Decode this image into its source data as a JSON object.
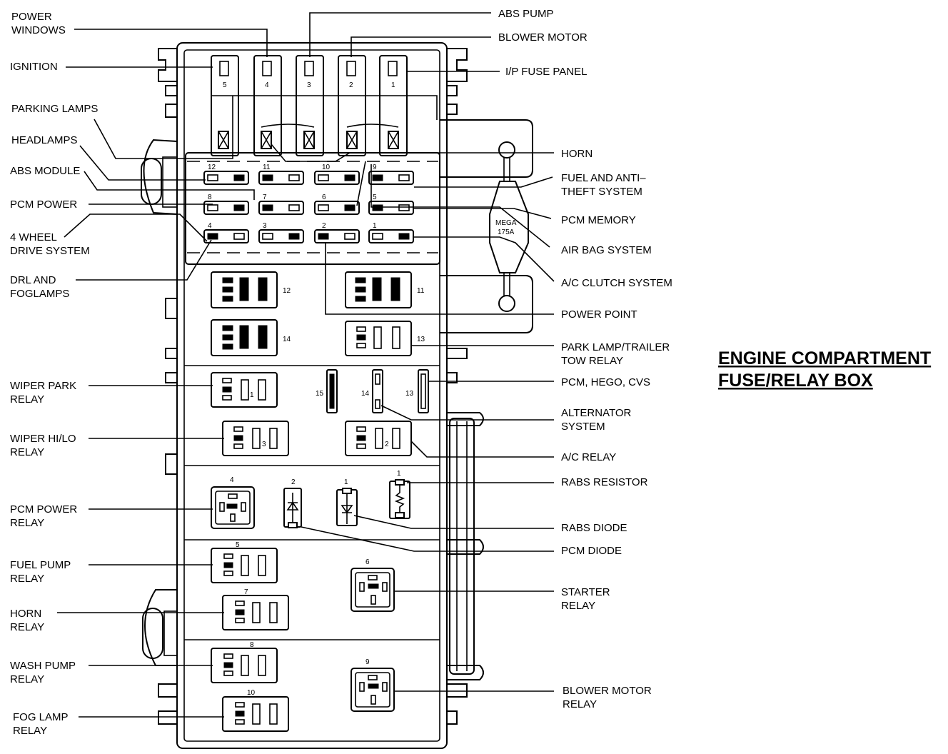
{
  "title": {
    "line1": "ENGINE COMPARTMENT",
    "line2": "FUSE/RELAY BOX"
  },
  "left_labels": {
    "power_windows": [
      "POWER",
      "WINDOWS"
    ],
    "ignition": [
      "IGNITION"
    ],
    "parking_lamps": [
      "PARKING LAMPS"
    ],
    "headlamps": [
      "HEADLAMPS"
    ],
    "abs_module": [
      "ABS MODULE"
    ],
    "pcm_power": [
      "PCM POWER"
    ],
    "four_wheel_drive": [
      "4 WHEEL",
      "DRIVE SYSTEM"
    ],
    "drl_foglamps": [
      "DRL  AND",
      "FOGLAMPS"
    ],
    "wiper_park_relay": [
      "WIPER PARK",
      "RELAY"
    ],
    "wiper_hilo_relay": [
      "WIPER HI/LO",
      "RELAY"
    ],
    "pcm_power_relay": [
      "PCM POWER",
      "RELAY"
    ],
    "fuel_pump_relay": [
      "FUEL PUMP",
      "RELAY"
    ],
    "horn_relay": [
      "HORN",
      "RELAY"
    ],
    "wash_pump_relay": [
      "WASH PUMP",
      "RELAY"
    ],
    "fog_lamp_relay": [
      "FOG LAMP",
      "RELAY"
    ]
  },
  "right_labels": {
    "abs_pump": [
      "ABS PUMP"
    ],
    "blower_motor": [
      "BLOWER MOTOR"
    ],
    "ip_fuse_panel": [
      "I/P FUSE PANEL"
    ],
    "horn": [
      "HORN"
    ],
    "fuel_anti_theft": [
      "FUEL AND ANTI–",
      "THEFT SYSTEM"
    ],
    "pcm_memory": [
      "PCM MEMORY"
    ],
    "air_bag": [
      "AIR BAG SYSTEM"
    ],
    "ac_clutch": [
      "A/C CLUTCH SYSTEM"
    ],
    "power_point": [
      "POWER POINT"
    ],
    "park_lamp_trailer": [
      "PARK LAMP/TRAILER",
      "TOW RELAY"
    ],
    "pcm_hego_cvs": [
      "PCM, HEGO, CVS"
    ],
    "alternator": [
      "ALTERNATOR",
      "SYSTEM"
    ],
    "ac_relay": [
      "A/C  RELAY"
    ],
    "rabs_resistor": [
      "RABS RESISTOR"
    ],
    "rabs_diode": [
      "RABS DIODE"
    ],
    "pcm_diode": [
      "PCM DIODE"
    ],
    "starter_relay": [
      "STARTER",
      "RELAY"
    ],
    "blower_motor_relay": [
      "BLOWER MOTOR",
      "RELAY"
    ]
  },
  "mega_fuse": {
    "line1": "MEGA",
    "line2": "175A"
  },
  "numbers": {
    "maxi_fuses": [
      "5",
      "4",
      "3",
      "2",
      "1"
    ],
    "mini_fuses": [
      "12",
      "11",
      "10",
      "9",
      "8",
      "7",
      "6",
      "5",
      "4",
      "3",
      "2",
      "1"
    ],
    "relays": {
      "r12": "12",
      "r11": "11",
      "r14": "14",
      "r13": "13",
      "r1": "1",
      "r3": "3",
      "r2": "2",
      "r4": "4",
      "r5": "5",
      "r6": "6",
      "r7": "7",
      "r8": "8",
      "r9": "9",
      "r10": "10"
    },
    "cartridge_fuses": [
      "15",
      "14",
      "13"
    ],
    "diodes": {
      "d2": "2",
      "d1": "1",
      "res1": "1"
    }
  }
}
